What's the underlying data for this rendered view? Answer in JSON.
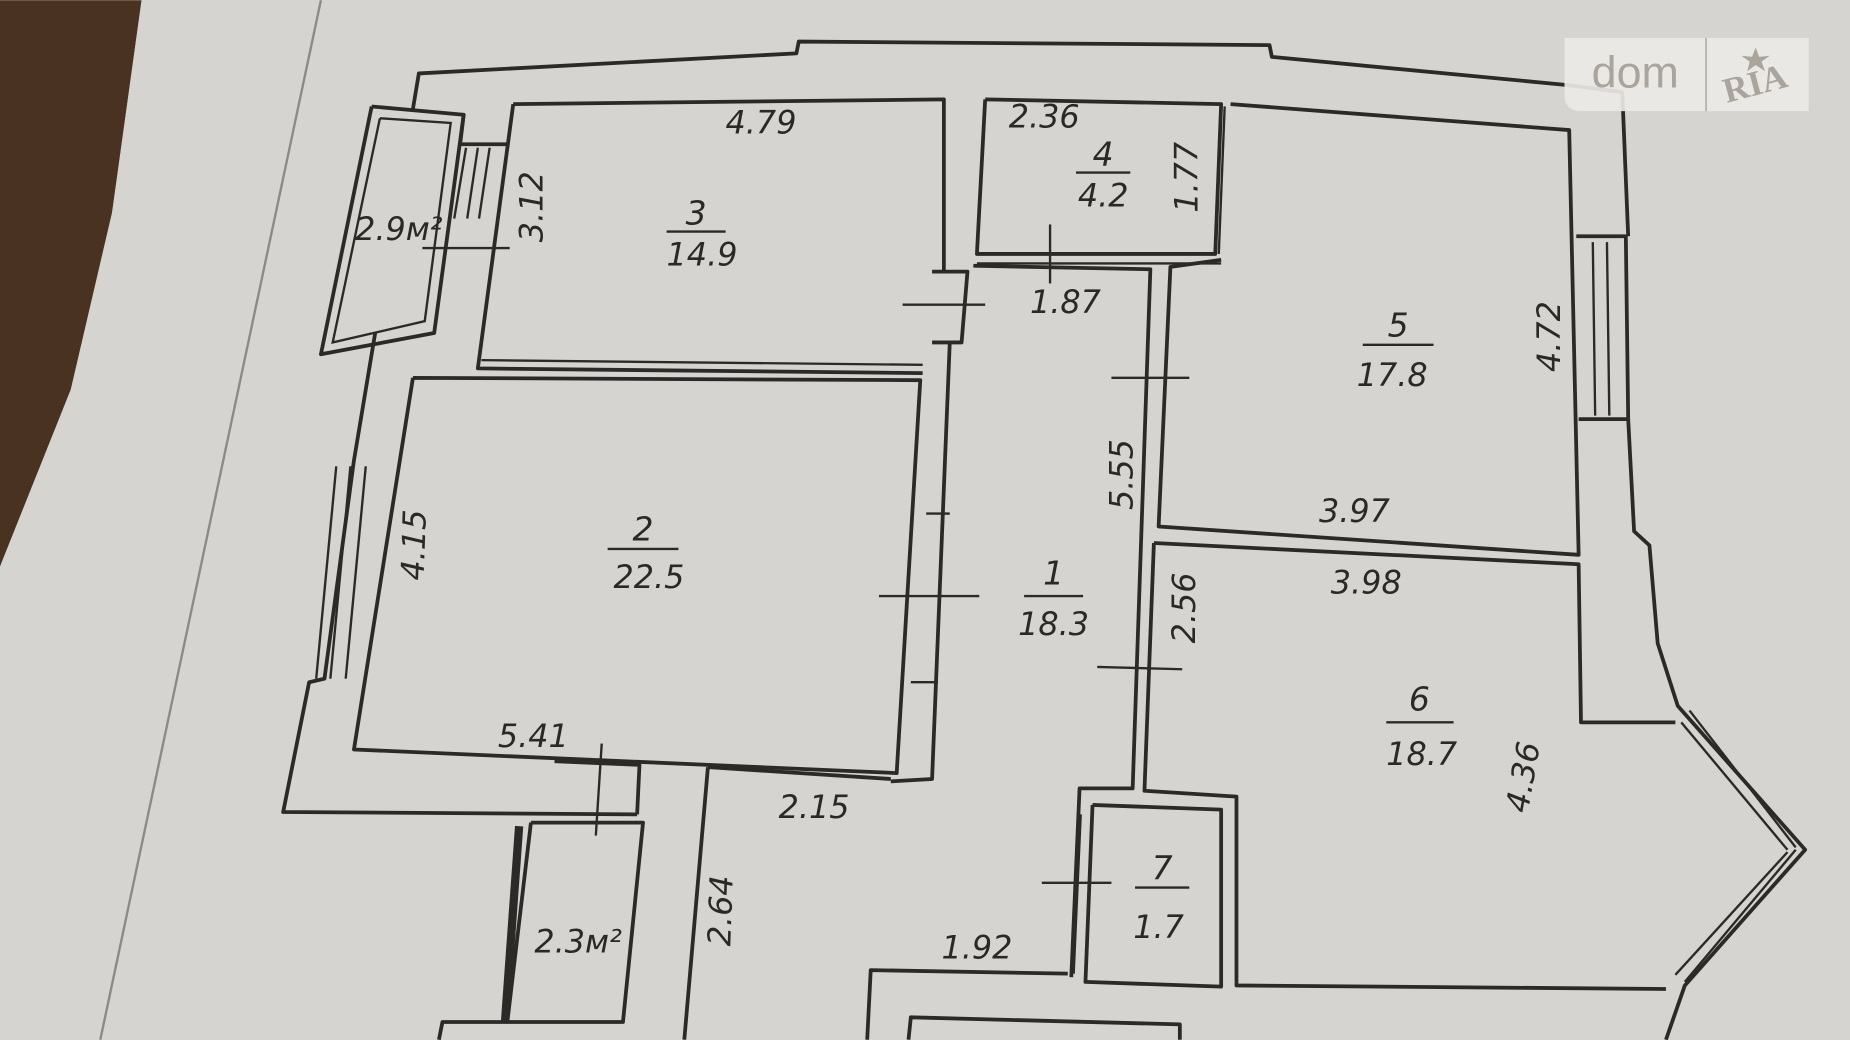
{
  "rooms": [
    {
      "number": "1",
      "area": "18.3"
    },
    {
      "number": "2",
      "area": "22.5"
    },
    {
      "number": "3",
      "area": "14.9"
    },
    {
      "number": "4",
      "area": "4.2"
    },
    {
      "number": "5",
      "area": "17.8"
    },
    {
      "number": "6",
      "area": "18.7"
    },
    {
      "number": "7",
      "area": "1.7"
    }
  ],
  "balconies": [
    {
      "area": "2.9м²"
    },
    {
      "area": "2.3м²"
    }
  ],
  "dimensions": {
    "room3_width": "4.79",
    "room3_depth": "3.12",
    "room4_width": "2.36",
    "room4_depth": "1.77",
    "corridor_width": "1.87",
    "corridor_length": "5.55",
    "room5_depth": "4.72",
    "room5_width": "3.97",
    "room6_width": "3.98",
    "room6_side": "2.56",
    "room6_depth": "4.36",
    "room2_depth": "4.15",
    "room2_width": "5.41",
    "hall_width": "2.15",
    "hall_depth": "2.64",
    "hall_bottom": "1.92"
  },
  "watermark": {
    "left": "dom",
    "right": "RIA"
  },
  "colors": {
    "paper": "#d9d7d3",
    "ink": "#2b2a28",
    "wood": "#4a3222"
  }
}
